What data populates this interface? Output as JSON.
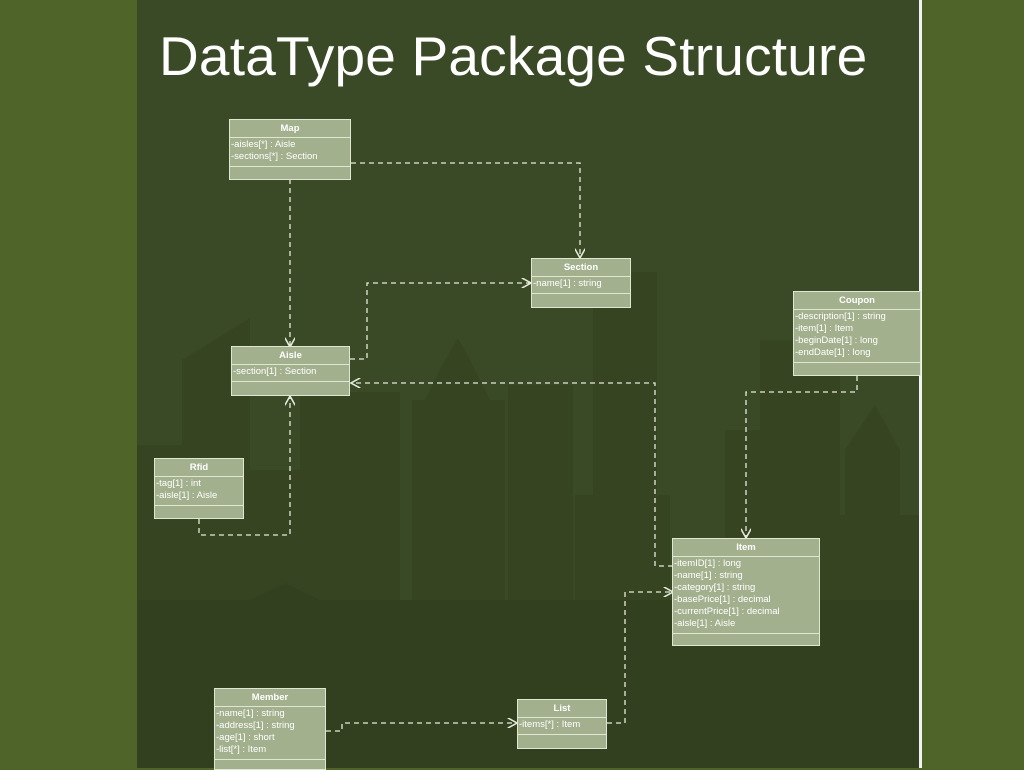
{
  "slide": {
    "title": "DataType Package Structure"
  },
  "colors": {
    "outer_background": "#4f6428",
    "slide_background": "#3b4a26",
    "class_fill": "#a3b08d",
    "class_border": "#dfe6d2",
    "text": "#ffffff"
  },
  "classes": {
    "map": {
      "name": "Map",
      "attributes": [
        "-aisles[*] : Aisle",
        "-sections[*] : Section"
      ]
    },
    "section": {
      "name": "Section",
      "attributes": [
        "-name[1] : string"
      ]
    },
    "aisle": {
      "name": "Aisle",
      "attributes": [
        "-section[1] : Section"
      ]
    },
    "coupon": {
      "name": "Coupon",
      "attributes": [
        "-description[1] : string",
        "-item[1] : Item",
        "-beginDate[1] : long",
        "-endDate[1] : long"
      ]
    },
    "rfid": {
      "name": "Rfid",
      "attributes": [
        "-tag[1] : int",
        "-aisle[1] : Aisle"
      ]
    },
    "item": {
      "name": "Item",
      "attributes": [
        "-itemID[1] : long",
        "-name[1] : string",
        "-category[1] : string",
        "-basePrice[1] : decimal",
        "-currentPrice[1] : decimal",
        "-aisle[1] : Aisle"
      ]
    },
    "member": {
      "name": "Member",
      "attributes": [
        "-name[1] : string",
        "-address[1] : string",
        "-age[1] : short",
        "-list[*] : Item"
      ]
    },
    "list": {
      "name": "List",
      "attributes": [
        "-items[*] : Item"
      ]
    }
  }
}
